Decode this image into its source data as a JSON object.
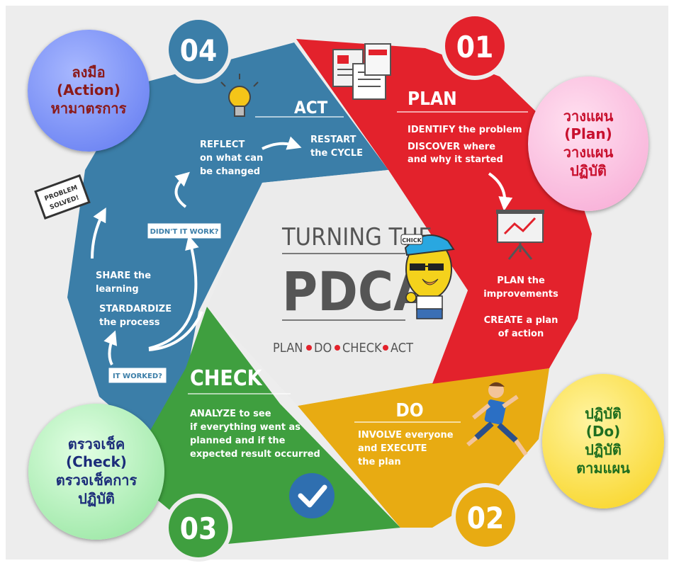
{
  "center": {
    "title_top": "TURNING THE",
    "title_main": "PDCA",
    "steps": [
      "PLAN",
      "DO",
      "CHECK",
      "ACT"
    ]
  },
  "mascot_badge": "CHICK",
  "plan": {
    "number": "01",
    "heading": "PLAN",
    "line1": "IDENTIFY the problem",
    "line2": "DISCOVER where",
    "line3": "and why it started",
    "line4": "PLAN the",
    "line5": "improvements",
    "line6": "CREATE a plan",
    "line7": "of action"
  },
  "do": {
    "number": "02",
    "heading": "DO",
    "line1": "INVOLVE everyone",
    "line2": "and EXECUTE",
    "line3": "the plan"
  },
  "check": {
    "number": "03",
    "heading": "CHECK",
    "line1": "ANALYZE to see",
    "line2": "if everything went as",
    "line3": "planned and if the",
    "line4": "expected result occurred"
  },
  "act": {
    "number": "04",
    "heading": "ACT",
    "reflect1": "REFLECT",
    "reflect2": "on what can",
    "reflect3": "be changed",
    "restart1": "RESTART",
    "restart2": "the CYCLE",
    "didnt_work": "DIDN'T IT WORK?",
    "it_worked": "IT WORKED?",
    "share1": "SHARE the",
    "share2": "learning",
    "std1": "STARDARDIZE",
    "std2": "the process",
    "stamp1": "PROBLEM",
    "stamp2": "SOLVED!"
  },
  "bubbles": {
    "action": [
      "ลงมือ",
      "(Action)",
      "หามาตรการ"
    ],
    "plan": [
      "วางแผน",
      "(Plan)",
      "วางแผน",
      "ปฏิบัติ"
    ],
    "do": [
      "ปฏิบัติ",
      "(Do)",
      "ปฏิบัติ",
      "ตามแผน"
    ],
    "check": [
      "ตรวจเช็ค",
      "(Check)",
      "ตรวจเช็คการ",
      "ปฏิบัติ"
    ]
  },
  "colors": {
    "plan_red": "#e3222c",
    "do_yellow": "#e8ab12",
    "check_green": "#3f9f3f",
    "act_blue": "#3b7ea8",
    "center_bg": "#ebebeb",
    "dark_text": "#555555"
  }
}
